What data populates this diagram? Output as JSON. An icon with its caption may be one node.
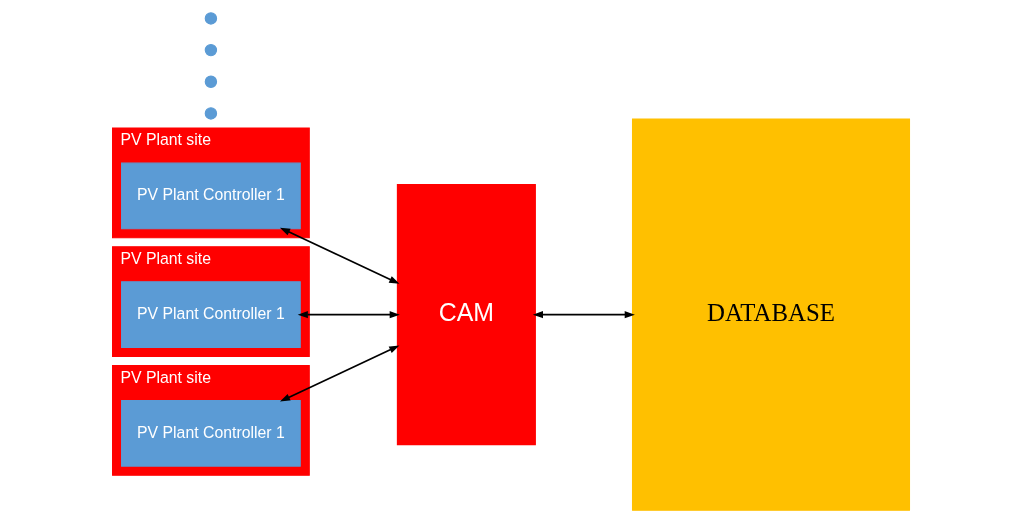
{
  "diagram": {
    "nodes": [
      {
        "text": [
          "PV Plant site"
        ]
      },
      {
        "text": [
          "PV Plant Controller 1"
        ],
        "in": 0
      },
      {
        "text": [
          "PV Plant site"
        ]
      },
      {
        "text": [
          "PV Plant Controller 1"
        ],
        "in": 2
      },
      {
        "text": [],
        "shape": "circle"
      },
      {
        "text": [],
        "shape": "circle"
      },
      {
        "text": [],
        "shape": "circle"
      },
      {
        "text": [],
        "shape": "circle"
      },
      {
        "text": [
          "PV Plant site"
        ]
      },
      {
        "text": [
          "PV Plant Controller 1"
        ],
        "in": 8
      },
      {
        "text": [
          "CAM"
        ]
      },
      {
        "text": [
          "DATABASE"
        ]
      }
    ],
    "edges": [
      {
        "from": 1,
        "to": 10,
        "arrow": "both"
      },
      {
        "from": 3,
        "to": 10,
        "arrow": "both"
      },
      {
        "from": 9,
        "to": 10,
        "arrow": "both"
      },
      {
        "from": 10,
        "to": 11,
        "arrow": "both"
      }
    ]
  }
}
